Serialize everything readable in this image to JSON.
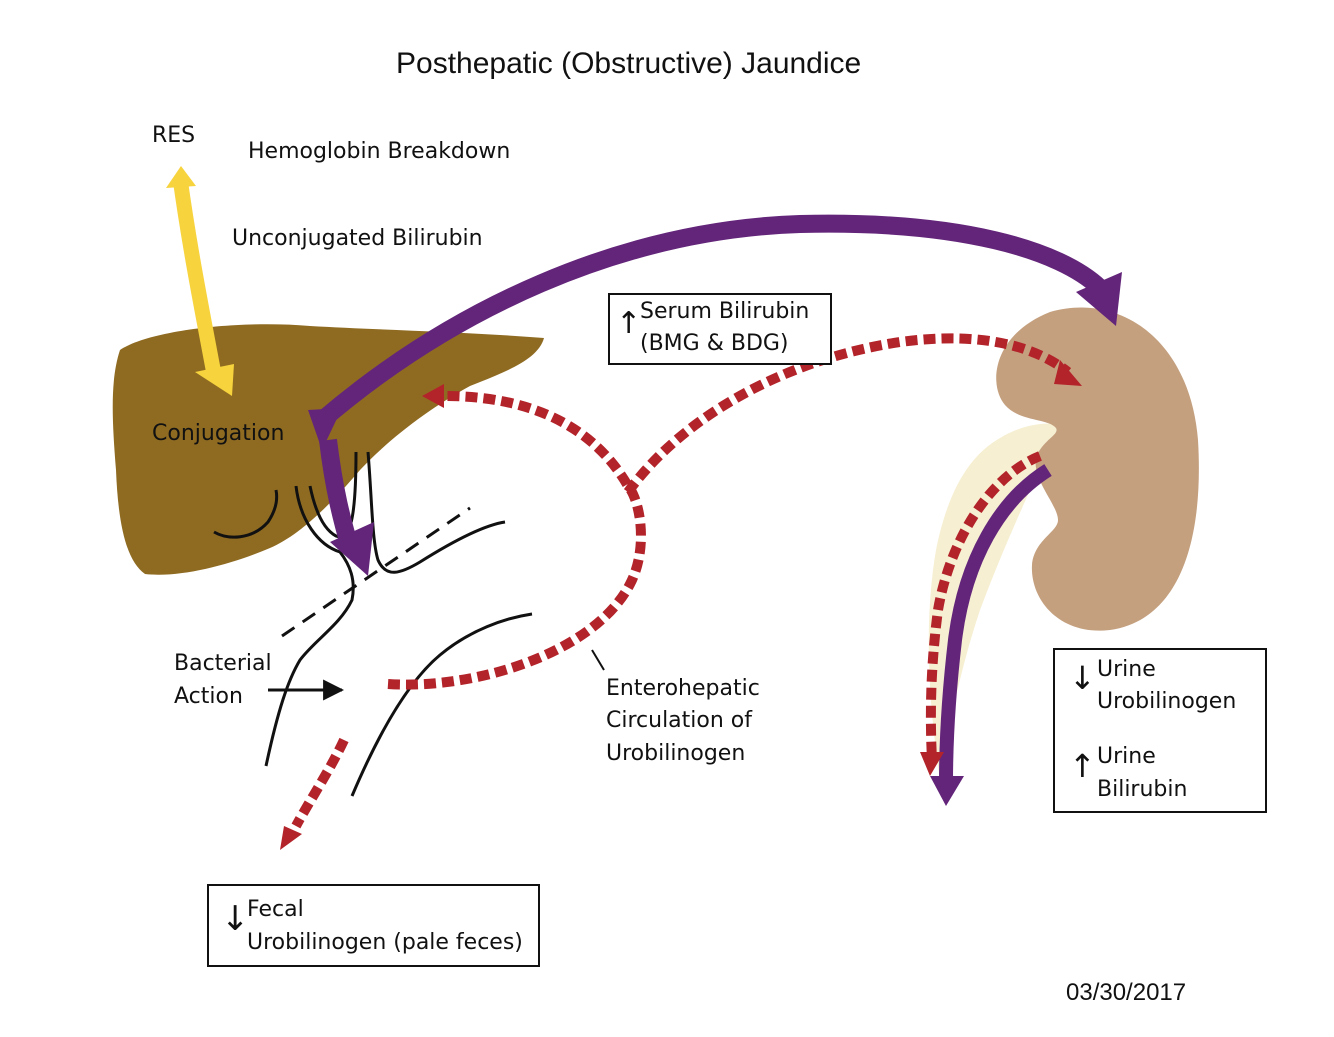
{
  "title": "Posthepatic (Obstructive) Jaundice",
  "date": "03/30/2017",
  "labels": {
    "res": "RES",
    "hemoglobin": "Hemoglobin Breakdown",
    "unconjugated": "Unconjugated Bilirubin",
    "conjugation": "Conjugation",
    "bacterial_line1": "Bacterial",
    "bacterial_line2": "Action",
    "entero_line1": "Enterohepatic",
    "entero_line2": "Circulation of",
    "entero_line3": "Urobilinogen"
  },
  "boxes": {
    "serum": {
      "arrow": "↑",
      "line1": "Serum Bilirubin",
      "line2": "(BMG & BDG)"
    },
    "fecal": {
      "arrow": "↓",
      "line1": "Fecal",
      "line2": "Urobilinogen (pale feces)"
    },
    "urine": {
      "uro_arrow": "↓",
      "uro_line1": "Urine",
      "uro_line2": "Urobilinogen",
      "bili_arrow": "↑",
      "bili_line1": "Urine",
      "bili_line2": "Bilirubin"
    }
  },
  "colors": {
    "liver": "#8f6b22",
    "kidney": "#c4a07f",
    "ureter_bg": "#f6efd2",
    "yellow_arrow": "#f7d33d",
    "purple_arrow": "#63257a",
    "red_dashed": "#b3232a"
  }
}
